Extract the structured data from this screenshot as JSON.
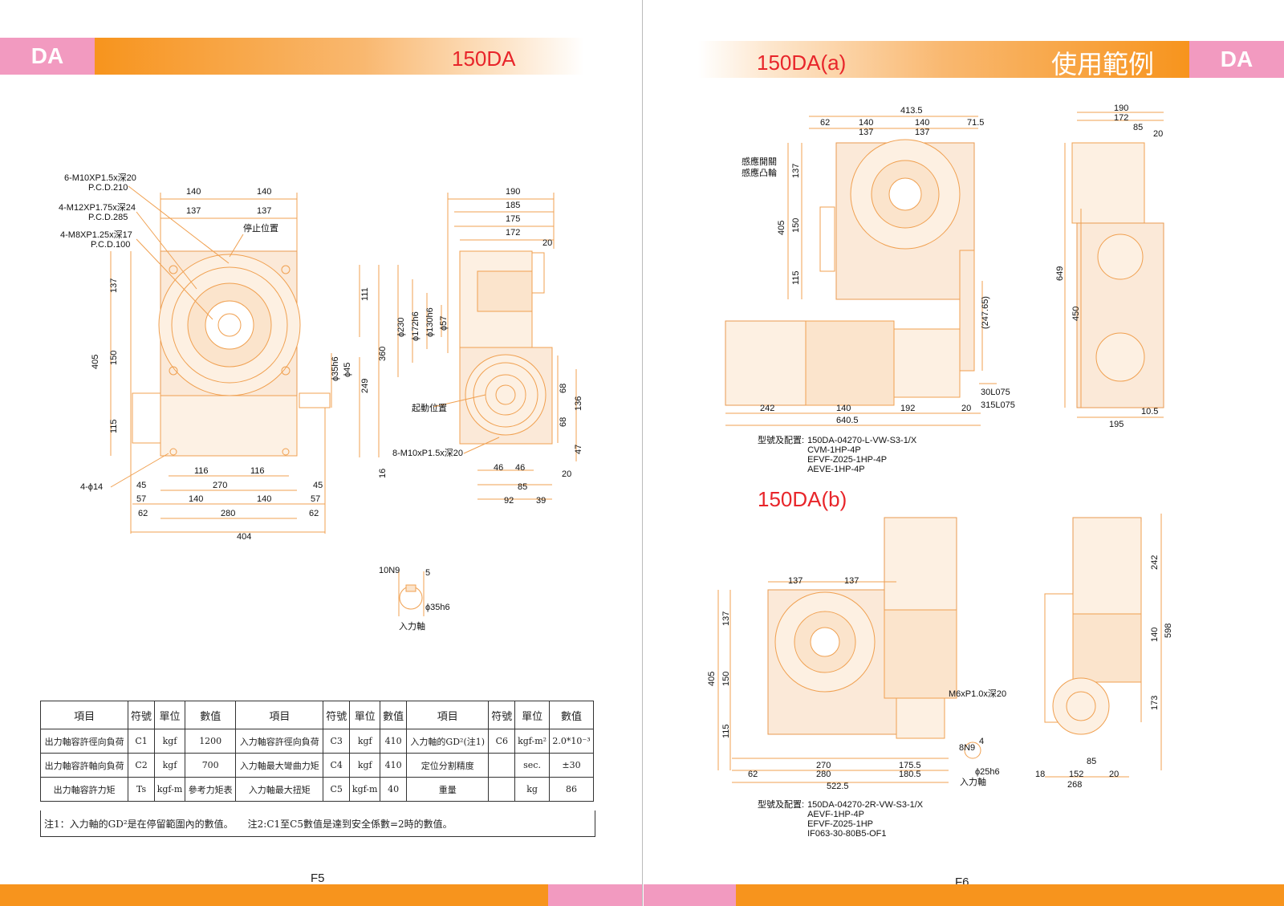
{
  "colors": {
    "orange": "#f7941d",
    "pink": "#f29ac0",
    "line": "#f0a050",
    "title_red": "#e8252a"
  },
  "left": {
    "tab": "DA",
    "title": "150DA",
    "page_number": "F5",
    "labels": {
      "hole1a": "6-M10XP1.5x深20",
      "hole1b": "P.C.D.210",
      "hole2a": "4-M12XP1.75x深24",
      "hole2b": "P.C.D.285",
      "hole3a": "4-M8XP1.25x深17",
      "hole3b": "P.C.D.100",
      "stop": "停止位置",
      "start": "起動位置",
      "tap": "8-M10xP1.5x深20",
      "foot_holes": "4-ϕ14",
      "key": "10N9",
      "key5": "5",
      "shaft_d": "ϕ35h6",
      "input_shaft": "入力軸",
      "d_phi35": "ϕ35h6",
      "d_phi45": "ϕ45",
      "d_phi230": "ϕ230",
      "d_phi172": "ϕ172h6",
      "d_phi130": "ϕ130h6",
      "d_phi57": "ϕ57"
    },
    "dims": {
      "t140a": "140",
      "t140b": "140",
      "t137a": "137",
      "t137b": "137",
      "l137": "137",
      "l405": "405",
      "l150": "150",
      "l115": "115",
      "r111": "111",
      "r360": "360",
      "r249": "249",
      "r16": "16",
      "b116a": "116",
      "b116b": "116",
      "b270": "270",
      "b45a": "45",
      "b45b": "45",
      "b57a": "57",
      "b57b": "57",
      "b140a": "140",
      "b140b": "140",
      "b62a": "62",
      "b62b": "62",
      "b280": "280",
      "b404": "404",
      "s190": "190",
      "s185": "185",
      "s175": "175",
      "s172": "172",
      "s20": "20",
      "s68a": "68",
      "s68b": "68",
      "s136": "136",
      "s47": "47",
      "s20b": "20",
      "s46a": "46",
      "s46b": "46",
      "s85": "85",
      "s92": "92",
      "s39": "39"
    },
    "table": {
      "headers": [
        "項目",
        "符號",
        "單位",
        "數值",
        "項目",
        "符號",
        "單位",
        "數值",
        "項目",
        "符號",
        "單位",
        "數值"
      ],
      "rows": [
        [
          "出力軸容許徑向負荷",
          "C1",
          "kgf",
          "1200",
          "入力軸容許徑向負荷",
          "C3",
          "kgf",
          "410",
          "入力軸的GD²(注1)",
          "C6",
          "kgf-m²",
          "2.0*10⁻³"
        ],
        [
          "出力軸容許軸向負荷",
          "C2",
          "kgf",
          "700",
          "入力軸最大彎曲力矩",
          "C4",
          "kgf",
          "410",
          "定位分割精度",
          "",
          "sec.",
          "±30"
        ],
        [
          "出力軸容許力矩",
          "Ts",
          "kgf-m",
          "參考力矩表",
          "入力軸最大扭矩",
          "C5",
          "kgf-m",
          "40",
          "重量",
          "",
          "kg",
          "86"
        ]
      ],
      "note": "注1：入力軸的GD²是在停留範圍內的數值。　　注2:C1至C5數值是達到安全係數=2時的數值。"
    }
  },
  "right": {
    "tab": "DA",
    "title_a": "150DA(a)",
    "section_title": "使用範例",
    "title_b": "150DA(b)",
    "page_number": "F6",
    "labels_a": {
      "sensor1": "感應開關",
      "sensor2": "感應凸輪",
      "d2475": "(247.65)",
      "l30": "30L075",
      "l315": "315L075"
    },
    "dims_a": {
      "t4135": "413.5",
      "t62": "62",
      "t140a": "140",
      "t140b": "140",
      "t715": "71.5",
      "t137a": "137",
      "t137b": "137",
      "l137": "137",
      "l405": "405",
      "l150": "150",
      "l115": "115",
      "b242": "242",
      "b140": "140",
      "b192": "192",
      "b20": "20",
      "b6405": "640.5",
      "s190": "190",
      "s172": "172",
      "s85": "85",
      "s20": "20",
      "s649": "649",
      "s450": "450",
      "s105": "10.5",
      "s195": "195"
    },
    "config_a": {
      "key": "型號及配置:",
      "lines": [
        "150DA-04270-L-VW-S3-1/X",
        "CVM-1HP-4P",
        "EFVF-Z025-1HP-4P",
        "AEVE-1HP-4P"
      ]
    },
    "labels_b": {
      "m6": "M6xP1.0x深20",
      "key": "8N9",
      "key4": "4",
      "shaft": "ϕ25h6",
      "input": "入力軸"
    },
    "dims_b": {
      "t137a": "137",
      "t137b": "137",
      "l137": "137",
      "l405": "405",
      "l150": "150",
      "l115": "115",
      "b270": "270",
      "b1755": "175.5",
      "b62": "62",
      "b280": "280",
      "b1805": "180.5",
      "b5225": "522.5",
      "s242": "242",
      "s140": "140",
      "s598": "598",
      "s173": "173",
      "s85": "85",
      "s18": "18",
      "s152": "152",
      "s20": "20",
      "s268": "268"
    },
    "config_b": {
      "key": "型號及配置:",
      "lines": [
        "150DA-04270-2R-VW-S3-1/X",
        "AEVF-1HP-4P",
        "EFVF-Z025-1HP",
        "IF063-30-80B5-OF1"
      ]
    }
  }
}
